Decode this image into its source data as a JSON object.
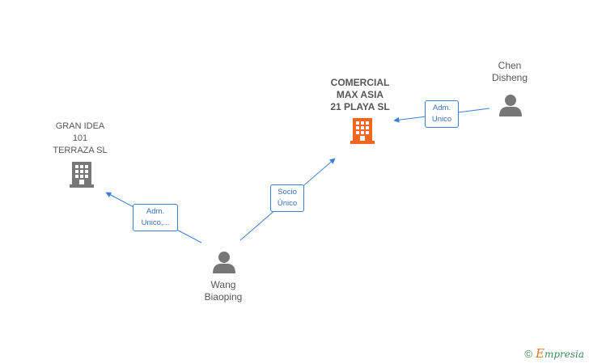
{
  "nodes": {
    "gran_idea": {
      "label": "GRAN IDEA\n101\nTERRAZA  SL"
    },
    "comercial": {
      "label": "COMERCIAL\nMAX ASIA\n21 PLAYA  SL"
    },
    "chen": {
      "label": "Chen\nDisheng"
    },
    "wang": {
      "label": "Wang\nBiaoping"
    }
  },
  "edges": {
    "wang_gran": {
      "label": "Adm.\nUnico,..."
    },
    "wang_comercial": {
      "label": "Socio\nÚnico"
    },
    "chen_comercial": {
      "label": "Adm.\nUnico"
    }
  },
  "footer": {
    "copyright": "©",
    "brand_initial": "E",
    "brand_rest": "mpresia"
  },
  "colors": {
    "edge": "#3a7fd5",
    "company_grey": "#777777",
    "company_main": "#f26522",
    "person": "#777777"
  }
}
